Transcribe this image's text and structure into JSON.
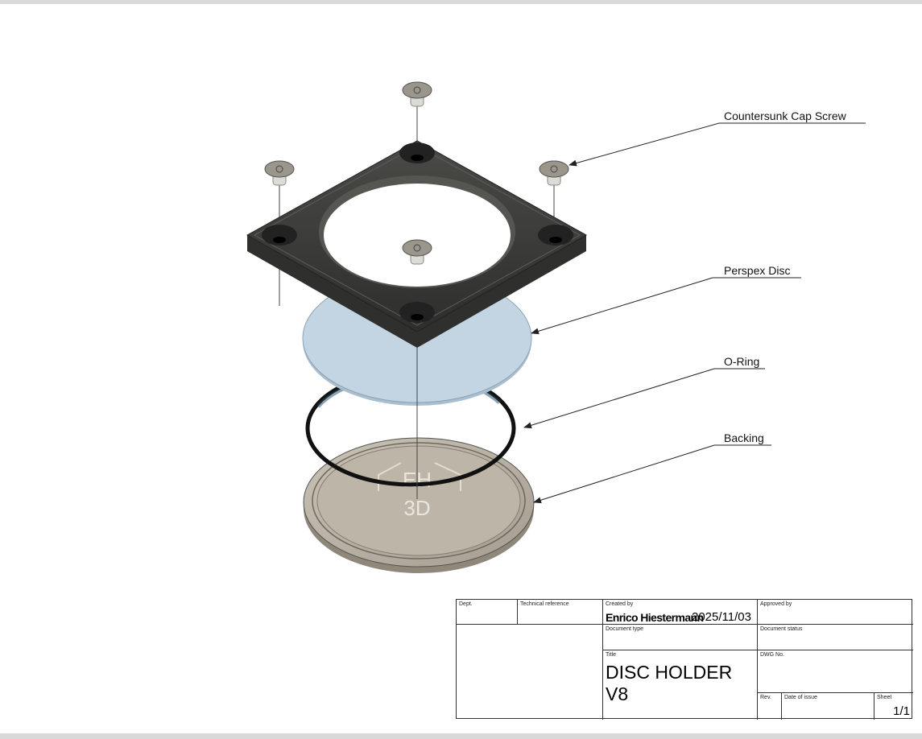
{
  "drawing": {
    "callouts": [
      {
        "label": "Countersunk Cap Screw"
      },
      {
        "label": "Perspex Disc"
      },
      {
        "label": "O-Ring"
      },
      {
        "label": "Backing"
      }
    ],
    "watermark": "EH 3D",
    "colors": {
      "frame": "#3a3a38",
      "perspex": "#bcd0e0",
      "oring": "#111111",
      "backing": "#b9b2a3",
      "screw": "#9a968c"
    }
  },
  "title_block": {
    "dept_label": "Dept.",
    "tech_ref_label": "Technical reference",
    "created_by_label": "Created by",
    "created_by": "Enrico Hiestermann",
    "created_date": "2025/11/03",
    "approved_by_label": "Approved by",
    "doc_type_label": "Document type",
    "doc_status_label": "Document status",
    "title_label": "Title",
    "title": "DISC HOLDER V8",
    "dwg_no_label": "DWG No.",
    "rev_label": "Rev.",
    "date_of_issue_label": "Date of issue",
    "sheet_label": "Sheet",
    "sheet": "1/1"
  }
}
